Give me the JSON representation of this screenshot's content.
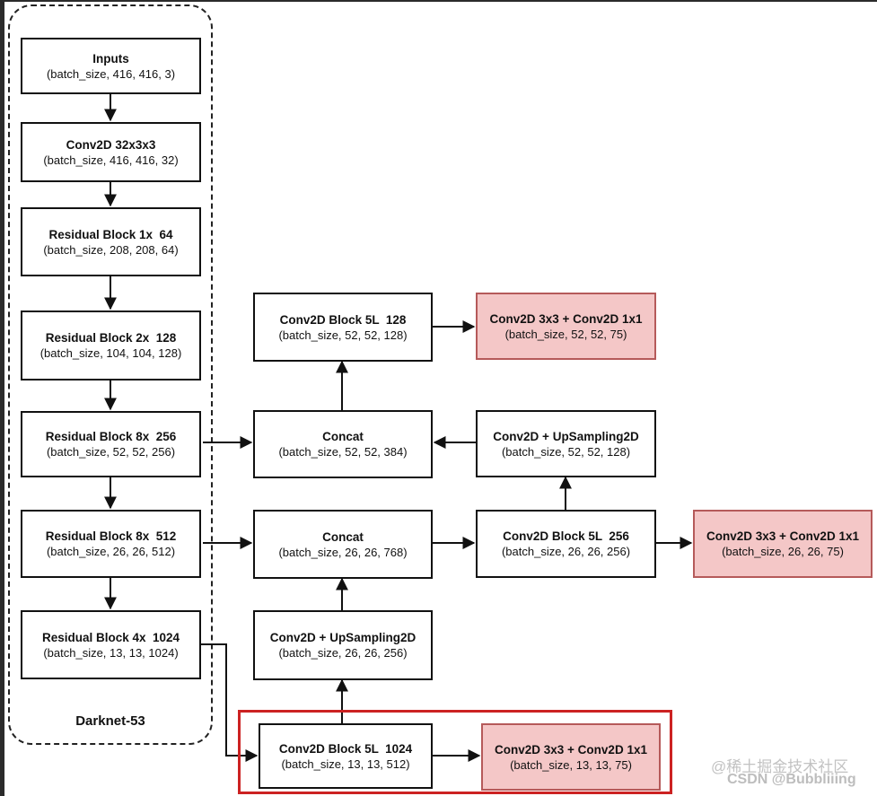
{
  "frame_label": "Darknet-53",
  "boxes": {
    "inputs": {
      "title": "Inputs",
      "shape": "(batch_size, 416, 416, 3)"
    },
    "conv32": {
      "title": "Conv2D 32x3x3",
      "shape": "(batch_size, 416, 416, 32)"
    },
    "res1": {
      "title": "Residual Block 1x  64",
      "shape": "(batch_size, 208, 208, 64)"
    },
    "res2": {
      "title": "Residual Block 2x  128",
      "shape": "(batch_size, 104, 104, 128)"
    },
    "res8a": {
      "title": "Residual Block 8x  256",
      "shape": "(batch_size, 52, 52, 256)"
    },
    "res8b": {
      "title": "Residual Block 8x  512",
      "shape": "(batch_size, 26, 26, 512)"
    },
    "res4": {
      "title": "Residual Block 4x  1024",
      "shape": "(batch_size, 13, 13, 1024)"
    },
    "cb128": {
      "title": "Conv2D Block 5L  128",
      "shape": "(batch_size, 52, 52, 128)"
    },
    "out52": {
      "title": "Conv2D 3x3 + Conv2D 1x1",
      "shape": "(batch_size, 52, 52, 75)"
    },
    "concat52": {
      "title": "Concat",
      "shape": "(batch_size, 52, 52, 384)"
    },
    "up128": {
      "title": "Conv2D + UpSampling2D",
      "shape": "(batch_size, 52, 52, 128)"
    },
    "concat26": {
      "title": "Concat",
      "shape": "(batch_size, 26, 26, 768)"
    },
    "cb256": {
      "title": "Conv2D Block 5L  256",
      "shape": "(batch_size, 26, 26, 256)"
    },
    "out26": {
      "title": "Conv2D 3x3 + Conv2D 1x1",
      "shape": "(batch_size, 26, 26, 75)"
    },
    "up256": {
      "title": "Conv2D + UpSampling2D",
      "shape": "(batch_size, 26, 26, 256)"
    },
    "cb1024": {
      "title": "Conv2D Block 5L  1024",
      "shape": "(batch_size, 13, 13, 512)"
    },
    "out13": {
      "title": "Conv2D 3x3 + Conv2D 1x1",
      "shape": "(batch_size, 13, 13, 75)"
    }
  },
  "watermark": {
    "cn": "@稀土掘金技术社区",
    "en": "CSDN @Bubbliiing"
  }
}
